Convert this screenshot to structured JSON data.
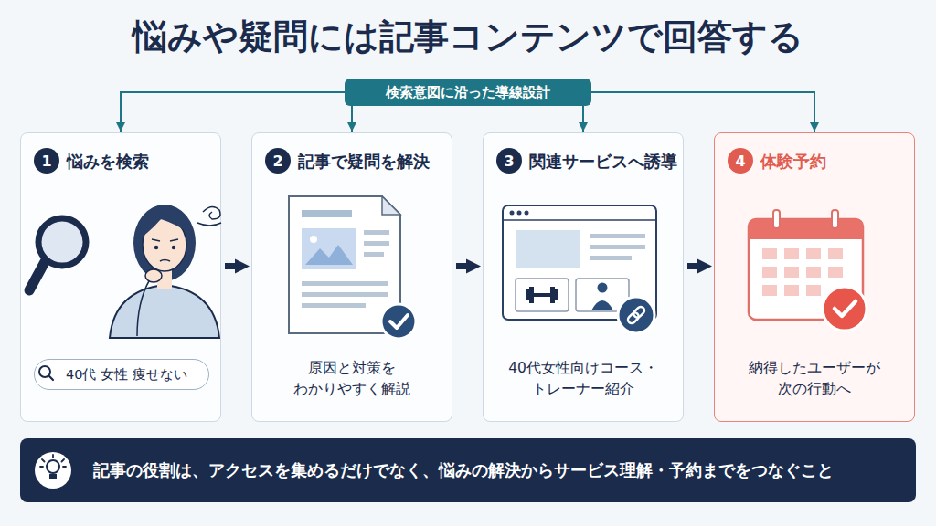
{
  "diagram": {
    "title": "悩みや疑問には記事コンテンツで回答する",
    "nodes": [
      {
        "text": [
          "検索意図に沿った導線設計"
        ]
      },
      {
        "text": [
          "悩みを検索"
        ]
      },
      {
        "text": [
          "1"
        ],
        "in": 1
      },
      {
        "text": [
          "40代 女性 痩せない"
        ],
        "in": 1
      },
      {
        "text": [
          "記事で疑問を解決",
          "原因と対策を わかりやすく解説"
        ]
      },
      {
        "text": [
          "2"
        ],
        "in": 4
      },
      {
        "text": [
          "関連サービスへ誘導",
          "40代女性向けコース・ トレーナー紹介"
        ]
      },
      {
        "text": [
          "3"
        ],
        "in": 6
      },
      {
        "text": [
          "体験予約",
          "納得したユーザーが 次の行動へ"
        ]
      },
      {
        "text": [
          "4"
        ],
        "in": 8
      },
      {
        "text": [
          "記事の役割は、アクセスを集めるだけでなく、悩みの解決からサービス理解・予約までをつなぐこと"
        ]
      }
    ],
    "edges": [
      {
        "from": 0,
        "to": 1,
        "arrow": "to"
      },
      {
        "from": 0,
        "to": 4,
        "arrow": "to"
      },
      {
        "from": 0,
        "to": 6,
        "arrow": "to"
      },
      {
        "from": 0,
        "to": 8,
        "arrow": "to"
      },
      {
        "from": 1,
        "to": 4,
        "arrow": "to"
      },
      {
        "from": 4,
        "to": 6,
        "arrow": "to"
      },
      {
        "from": 6,
        "to": 8,
        "arrow": "to"
      }
    ]
  }
}
